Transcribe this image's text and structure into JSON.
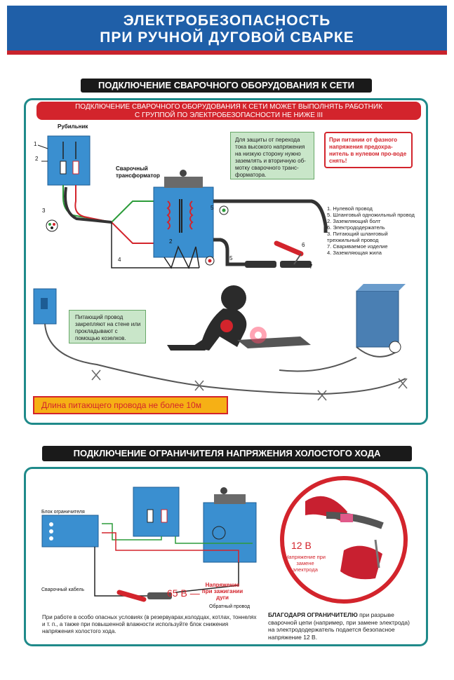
{
  "header": {
    "title_line1": "ЭЛЕКТРОБЕЗОПАСНОСТЬ",
    "title_line2": "ПРИ РУЧНОЙ ДУГОВОЙ СВАРКЕ"
  },
  "section1": {
    "title": "ПОДКЛЮЧЕНИЕ СВАРОЧНОГО ОБОРУДОВАНИЯ К СЕТИ",
    "banner_line1": "ПОДКЛЮЧЕНИЕ СВАРОЧНОГО ОБОРУДОВАНИЯ К СЕТИ МОЖЕТ ВЫПОЛНЯТЬ РАБОТНИК",
    "banner_line2": "С ГРУППОЙ ПО ЭЛЕКТРОБЕЗОПАСНОСТИ НЕ НИЖЕ III",
    "switch_label": "Рубильник",
    "transformer_label": "Сварочный трансформатор",
    "note_ground": "Для защиты от перехода тока высокого напряжения на низкую сторону нужно заземлять и вторичную об-мотку сварочного транс-форматора.",
    "warn_phase": "При питании от фазного напряжения предохра-нитель в нулевом про-воде снять!",
    "num_labels": [
      "1",
      "2",
      "3",
      "4",
      "5",
      "5",
      "6",
      "7",
      "2"
    ],
    "legend": [
      "1. Нулевой провод",
      "5. Шланговый одножильный провод",
      "2. Заземляющий болт",
      "6. Электрододержатель",
      "3. Питающий шланговый трехжильный провод",
      "7. Свариваемое изделие",
      "4. Заземляющая жила"
    ],
    "cable_note": "Питающий провод закрепляют на стене или прокладывают с помощью козелков.",
    "cable_length": "Длина питающего провода не более 10м"
  },
  "section2": {
    "title": "ПОДКЛЮЧЕНИЕ ОГРАНИЧИТЕЛЯ НАПРЯЖЕНИЯ ХОЛОСТОГО ХОДА",
    "limiter_label": "Блок ограничителя",
    "cable_label": "Сварочный кабель",
    "return_label": "Обратный провод",
    "voltage_65": "65 В —",
    "voltage_65_caption": "Напряжение при зажигании дуги",
    "voltage_12": "12 В",
    "voltage_12_caption": "Напряжение при замене электрода",
    "bottom_left": "При работе в особо опасных условиях (в резервуарах,колодцах, котлах, тоннелях и т. п., а также при повышенной влажности используйте блок снижения напряжения холостого хода.",
    "bottom_right_bold": "БЛАГОДАРЯ ОГРАНИЧИТЕЛЮ",
    "bottom_right": "при разрыве сварочной цепи (например, при замене электрода) на электрододержатель подается безопасное напряжение 12 В."
  },
  "colors": {
    "header_blue": "#1f5fa8",
    "red": "#d3242c",
    "teal": "#1f8a8a",
    "equipment": "#3a8fd0",
    "orange": "#f6b015"
  }
}
